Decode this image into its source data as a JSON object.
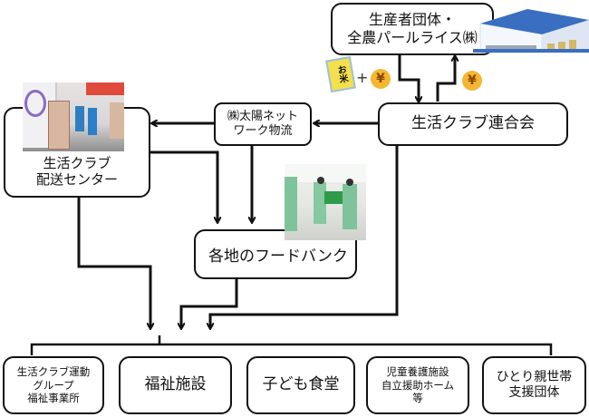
{
  "nodes": {
    "producer": {
      "lines": [
        "生産者団体・",
        "全農パールライス㈱"
      ]
    },
    "federation": {
      "label": "生活クラブ連合会"
    },
    "logistics": {
      "lines": [
        "㈱太陽ネット",
        "ワーク物流"
      ]
    },
    "delivery_center": {
      "lines": [
        "生活クラブ",
        "配送センター"
      ]
    },
    "food_bank": {
      "label": "各地のフードバンク"
    }
  },
  "recipients": [
    {
      "lines": [
        "生活クラブ運動",
        "グループ",
        "福祉事業所"
      ]
    },
    {
      "lines": [
        "福祉施設"
      ]
    },
    {
      "lines": [
        "子ども食堂"
      ]
    },
    {
      "lines": [
        "児童養護施設",
        "自立援助ホーム",
        "等"
      ]
    },
    {
      "lines": [
        "ひとり親世帯",
        "支援団体"
      ]
    }
  ],
  "flow_annotations": {
    "rice_bag_text": "お米",
    "plus": "+",
    "yen_symbol": "¥"
  },
  "colors": {
    "line": "#111111",
    "coin": "#f5b731",
    "rice_bag": "#f3e04a"
  }
}
